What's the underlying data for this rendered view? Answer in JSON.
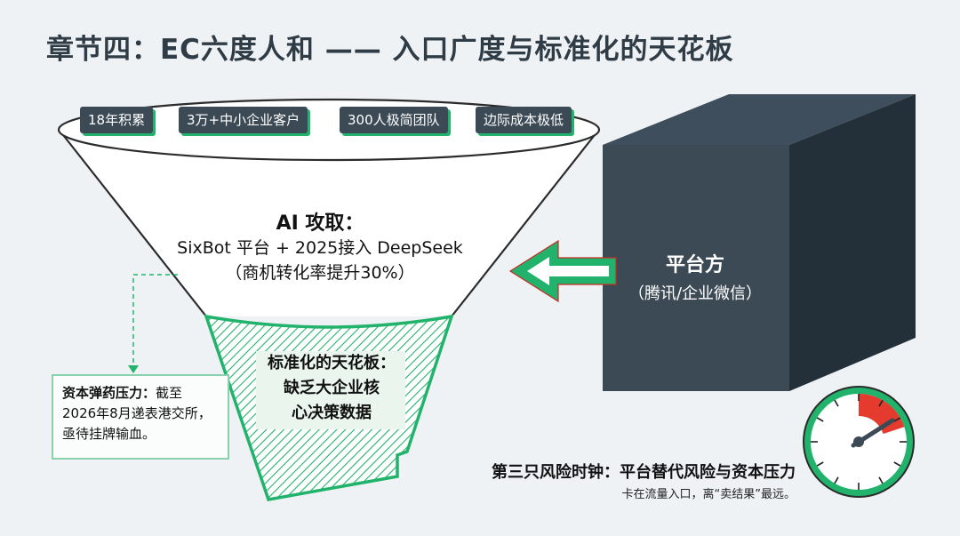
{
  "title": "章节四：EC六度人和 —— 入口广度与标准化的天花板",
  "funnel": {
    "tags": [
      "18年积累",
      "3万+中小企业客户",
      "300人极简团队",
      "边际成本极低"
    ],
    "ai_title": "AI 攻取：",
    "ai_line1": "SixBot 平台 + 2025接入 DeepSeek",
    "ai_line2": "（商机转化率提升30%）",
    "ceiling_line1": "标准化的天花板：",
    "ceiling_line2": "缺乏大企业核",
    "ceiling_line3": "心决策数据"
  },
  "capital_box": {
    "bold": "资本弹药压力：",
    "text1": "截至",
    "text2": "2026年8月递表港交所，",
    "text3": "亟待挂牌输血。"
  },
  "platform": {
    "name": "平台方",
    "sub": "（腾讯/企业微信）"
  },
  "risk": {
    "title": "第三只风险时钟：平台替代风险与资本压力",
    "subtitle": "卡在流量入口，离“卖结果”最远。"
  },
  "colors": {
    "accent_green": "#21b36b",
    "dark_slate": "#3c4a56",
    "clock_red": "#e43b2e"
  }
}
